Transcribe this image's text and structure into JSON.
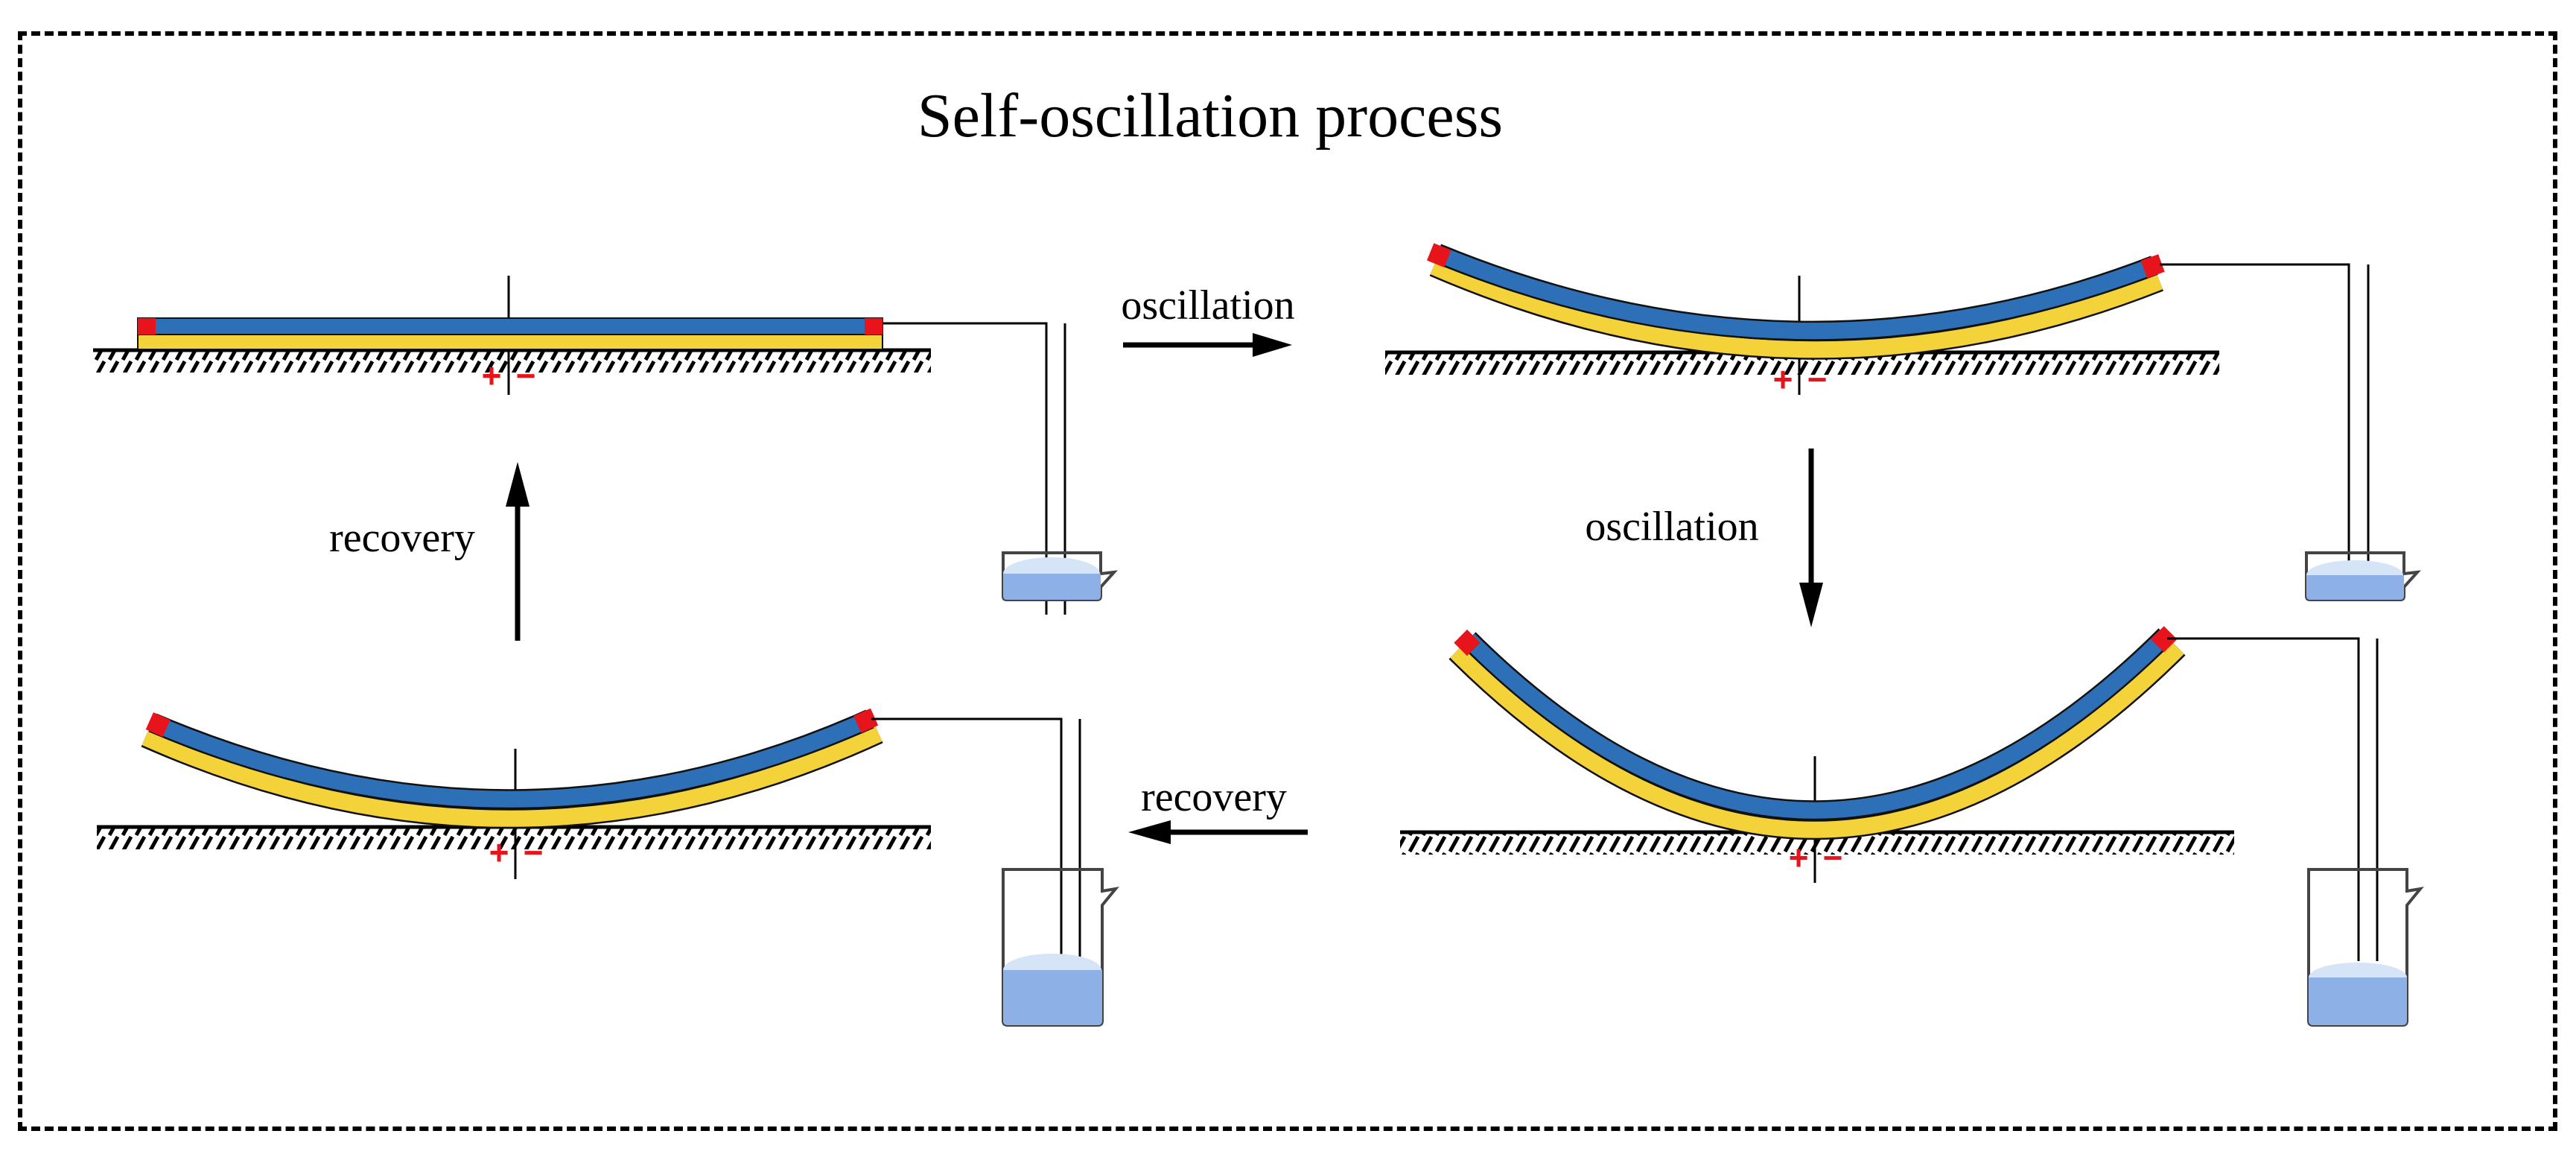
{
  "title": "Self-oscillation process",
  "labels": {
    "top_arrow": "oscillation",
    "right_arrow": "oscillation",
    "bottom_arrow": "recovery",
    "left_arrow": "recovery"
  },
  "polarity": {
    "plus": "+",
    "minus": "−"
  },
  "colors": {
    "active_layer": "#2e70b8",
    "passive_layer": "#f3d23a",
    "electrode": "#e8141c",
    "water_light": "#d5e4f6",
    "water": "#8db0e6",
    "sign": "#e8141c",
    "border": "#000000"
  },
  "panels": [
    {
      "id": "flat",
      "curvature": "none"
    },
    {
      "id": "slight-bend-right",
      "curvature": "slight"
    },
    {
      "id": "deep-bend",
      "curvature": "deep"
    },
    {
      "id": "slight-bend-left",
      "curvature": "slight"
    }
  ]
}
